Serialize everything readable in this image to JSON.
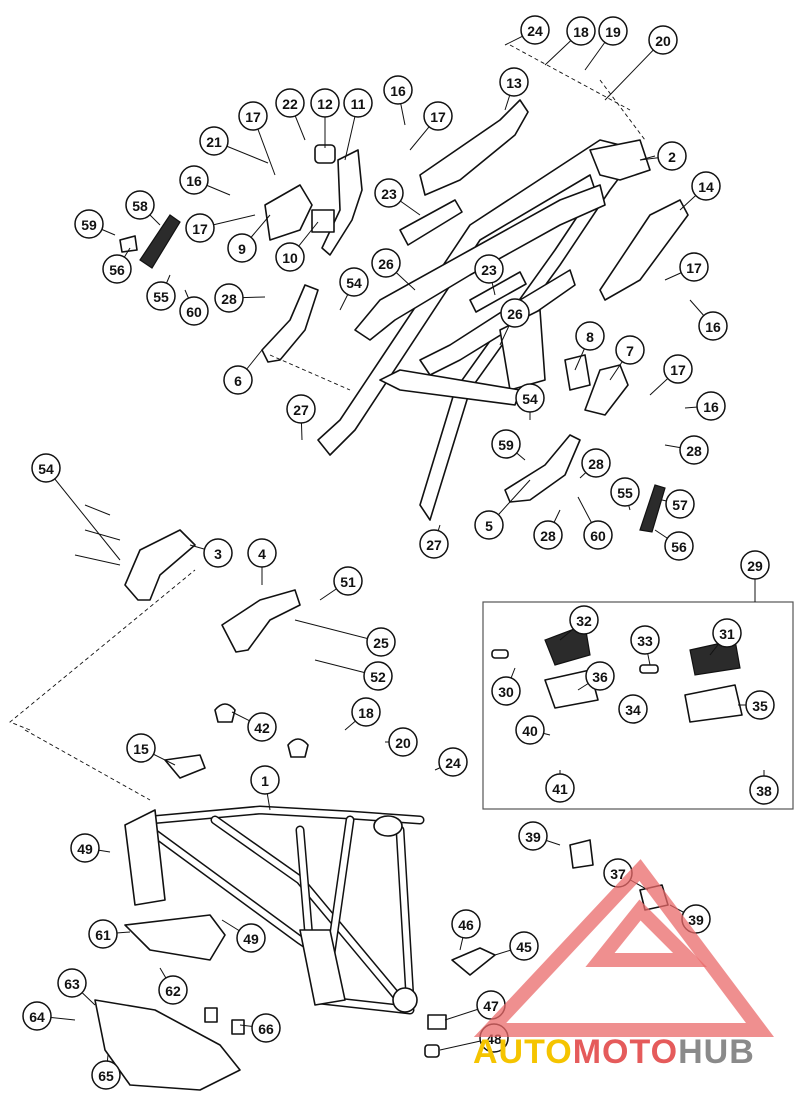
{
  "callouts": [
    {
      "id": "c1",
      "label": "1"
    },
    {
      "id": "c2",
      "label": "2"
    },
    {
      "id": "c3",
      "label": "3"
    },
    {
      "id": "c4",
      "label": "4"
    },
    {
      "id": "c5",
      "label": "5"
    },
    {
      "id": "c6",
      "label": "6"
    },
    {
      "id": "c7",
      "label": "7"
    },
    {
      "id": "c8",
      "label": "8"
    },
    {
      "id": "c9",
      "label": "9"
    },
    {
      "id": "c10",
      "label": "10"
    },
    {
      "id": "c11",
      "label": "11"
    },
    {
      "id": "c12",
      "label": "12"
    },
    {
      "id": "c13",
      "label": "13"
    },
    {
      "id": "c14",
      "label": "14"
    },
    {
      "id": "c15",
      "label": "15"
    },
    {
      "id": "c16a",
      "label": "16"
    },
    {
      "id": "c16b",
      "label": "16"
    },
    {
      "id": "c16c",
      "label": "16"
    },
    {
      "id": "c16d",
      "label": "16"
    },
    {
      "id": "c17a",
      "label": "17"
    },
    {
      "id": "c17b",
      "label": "17"
    },
    {
      "id": "c17c",
      "label": "17"
    },
    {
      "id": "c17d",
      "label": "17"
    },
    {
      "id": "c17e",
      "label": "17"
    },
    {
      "id": "c18a",
      "label": "18"
    },
    {
      "id": "c18b",
      "label": "18"
    },
    {
      "id": "c19",
      "label": "19"
    },
    {
      "id": "c20a",
      "label": "20"
    },
    {
      "id": "c20b",
      "label": "20"
    },
    {
      "id": "c21",
      "label": "21"
    },
    {
      "id": "c22",
      "label": "22"
    },
    {
      "id": "c23a",
      "label": "23"
    },
    {
      "id": "c23b",
      "label": "23"
    },
    {
      "id": "c24a",
      "label": "24"
    },
    {
      "id": "c24b",
      "label": "24"
    },
    {
      "id": "c25",
      "label": "25"
    },
    {
      "id": "c26a",
      "label": "26"
    },
    {
      "id": "c26b",
      "label": "26"
    },
    {
      "id": "c27a",
      "label": "27"
    },
    {
      "id": "c27b",
      "label": "27"
    },
    {
      "id": "c28a",
      "label": "28"
    },
    {
      "id": "c28b",
      "label": "28"
    },
    {
      "id": "c28c",
      "label": "28"
    },
    {
      "id": "c28d",
      "label": "28"
    },
    {
      "id": "c29",
      "label": "29"
    },
    {
      "id": "c30",
      "label": "30"
    },
    {
      "id": "c31",
      "label": "31"
    },
    {
      "id": "c32",
      "label": "32"
    },
    {
      "id": "c33",
      "label": "33"
    },
    {
      "id": "c34",
      "label": "34"
    },
    {
      "id": "c35",
      "label": "35"
    },
    {
      "id": "c36",
      "label": "36"
    },
    {
      "id": "c37",
      "label": "37"
    },
    {
      "id": "c38",
      "label": "38"
    },
    {
      "id": "c39a",
      "label": "39"
    },
    {
      "id": "c39b",
      "label": "39"
    },
    {
      "id": "c40",
      "label": "40"
    },
    {
      "id": "c41",
      "label": "41"
    },
    {
      "id": "c42",
      "label": "42"
    },
    {
      "id": "c45",
      "label": "45"
    },
    {
      "id": "c46",
      "label": "46"
    },
    {
      "id": "c47",
      "label": "47"
    },
    {
      "id": "c48",
      "label": "48"
    },
    {
      "id": "c49a",
      "label": "49"
    },
    {
      "id": "c49b",
      "label": "49"
    },
    {
      "id": "c51",
      "label": "51"
    },
    {
      "id": "c52",
      "label": "52"
    },
    {
      "id": "c54a",
      "label": "54"
    },
    {
      "id": "c54b",
      "label": "54"
    },
    {
      "id": "c54c",
      "label": "54"
    },
    {
      "id": "c55a",
      "label": "55"
    },
    {
      "id": "c55b",
      "label": "55"
    },
    {
      "id": "c56a",
      "label": "56"
    },
    {
      "id": "c56b",
      "label": "56"
    },
    {
      "id": "c57",
      "label": "57"
    },
    {
      "id": "c58",
      "label": "58"
    },
    {
      "id": "c59a",
      "label": "59"
    },
    {
      "id": "c59b",
      "label": "59"
    },
    {
      "id": "c60a",
      "label": "60"
    },
    {
      "id": "c60b",
      "label": "60"
    },
    {
      "id": "c61",
      "label": "61"
    },
    {
      "id": "c62",
      "label": "62"
    },
    {
      "id": "c63",
      "label": "63"
    },
    {
      "id": "c64",
      "label": "64"
    },
    {
      "id": "c65",
      "label": "65"
    },
    {
      "id": "c66",
      "label": "66"
    }
  ],
  "watermark": {
    "part1": "AUTO",
    "part2": "MOTO",
    "part3": "HUB",
    "color_auto": "#f5c400",
    "color_moto": "#e55b5b",
    "color_hub": "#8a8a8a",
    "color_triangle": "#e96a6a"
  }
}
